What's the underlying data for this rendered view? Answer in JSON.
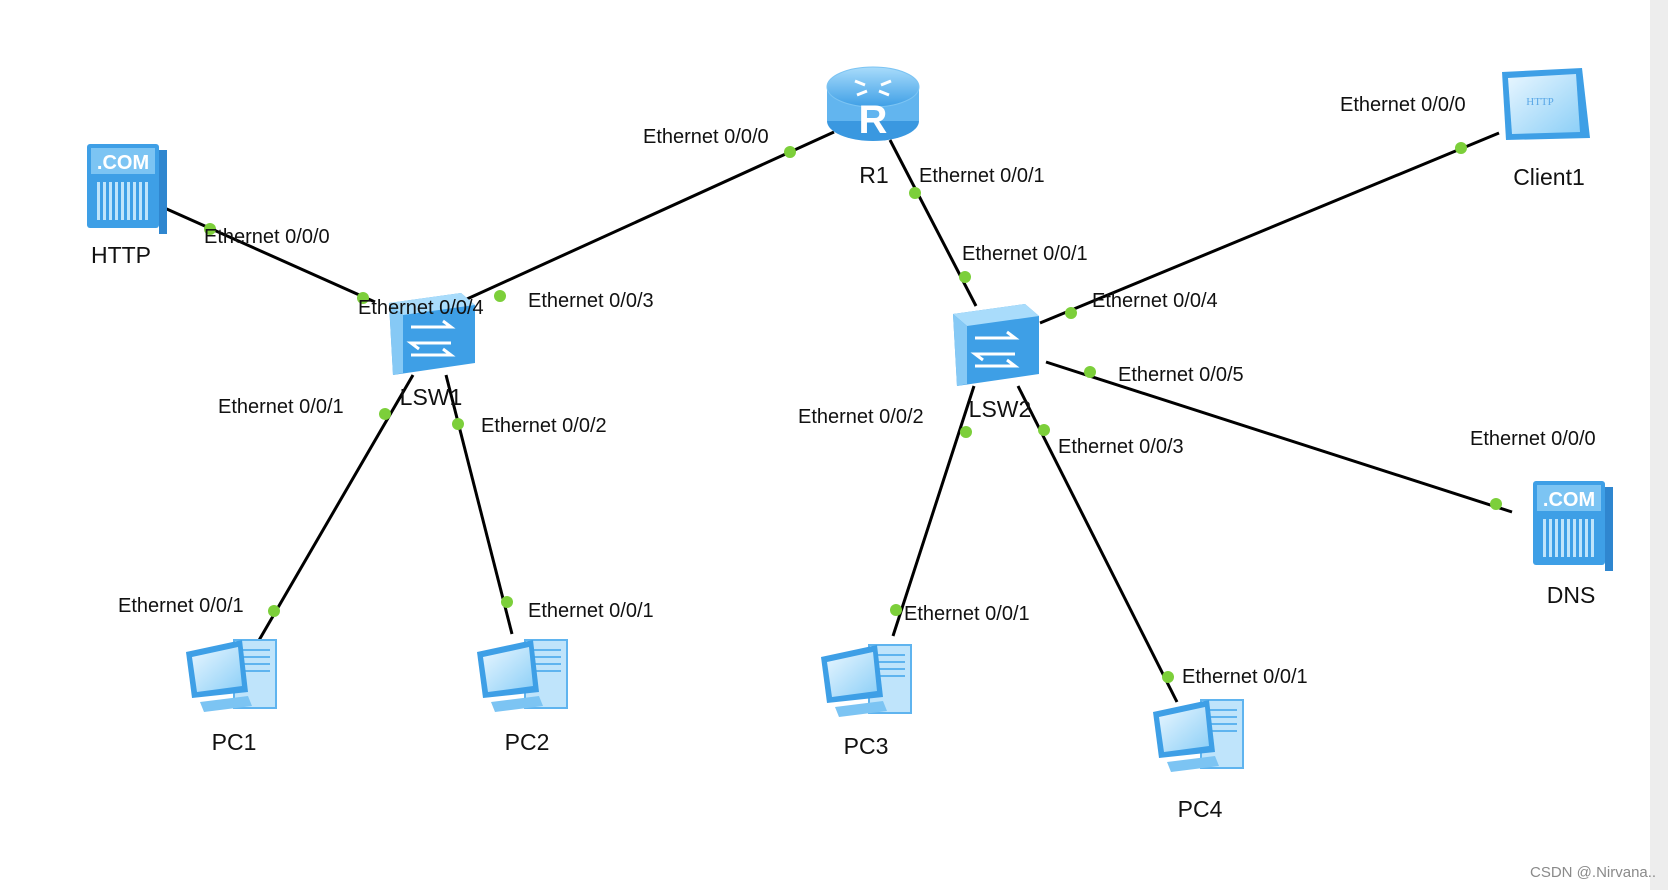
{
  "devices": [
    {
      "id": "R1",
      "label": "R1",
      "type": "router-icon"
    },
    {
      "id": "LSW1",
      "label": "LSW1",
      "type": "switch-icon"
    },
    {
      "id": "LSW2",
      "label": "LSW2",
      "type": "switch-icon"
    },
    {
      "id": "HTTP",
      "label": "HTTP",
      "type": "server-icon"
    },
    {
      "id": "DNS",
      "label": "DNS",
      "type": "server-icon"
    },
    {
      "id": "Client1",
      "label": "Client1",
      "type": "client-icon"
    },
    {
      "id": "PC1",
      "label": "PC1",
      "type": "pc-icon"
    },
    {
      "id": "PC2",
      "label": "PC2",
      "type": "pc-icon"
    },
    {
      "id": "PC3",
      "label": "PC3",
      "type": "pc-icon"
    },
    {
      "id": "PC4",
      "label": "PC4",
      "type": "pc-icon"
    }
  ],
  "server_icon_text": ".COM",
  "client_icon_text": "HTTP",
  "links": [
    {
      "a": "HTTP",
      "a_port": "Ethernet 0/0/0",
      "b": "LSW1",
      "b_port": "Ethernet 0/0/4"
    },
    {
      "a": "LSW1",
      "a_port": "Ethernet 0/0/3",
      "b": "R1",
      "b_port": "Ethernet 0/0/0"
    },
    {
      "a": "R1",
      "a_port": "Ethernet 0/0/1",
      "b": "LSW2",
      "b_port": "Ethernet 0/0/1"
    },
    {
      "a": "LSW1",
      "a_port": "Ethernet 0/0/1",
      "b": "PC1",
      "b_port": "Ethernet 0/0/1"
    },
    {
      "a": "LSW1",
      "a_port": "Ethernet 0/0/2",
      "b": "PC2",
      "b_port": "Ethernet 0/0/1"
    },
    {
      "a": "LSW2",
      "a_port": "Ethernet 0/0/4",
      "b": "Client1",
      "b_port": "Ethernet 0/0/0"
    },
    {
      "a": "LSW2",
      "a_port": "Ethernet 0/0/5",
      "b": "DNS",
      "b_port": "Ethernet 0/0/0"
    },
    {
      "a": "LSW2",
      "a_port": "Ethernet 0/0/2",
      "b": "PC3",
      "b_port": "Ethernet 0/0/1"
    },
    {
      "a": "LSW2",
      "a_port": "Ethernet 0/0/3",
      "b": "PC4",
      "b_port": "Ethernet 0/0/1"
    }
  ],
  "watermark": "CSDN @.Nirvana..",
  "colors": {
    "link": "#000000",
    "port_dot": "#7ccf3a",
    "device_blue": "#5fb4ef",
    "device_light": "#bfe4fb"
  }
}
